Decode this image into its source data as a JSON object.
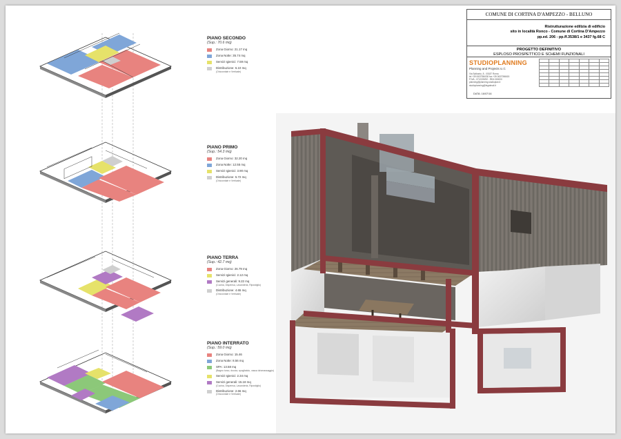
{
  "colors": {
    "zona_giorno": "#e8837f",
    "zona_notte": "#7fa6d8",
    "servizi_igienici": "#e6e26a",
    "servizi_generali": "#b17ac4",
    "spa": "#8cc879",
    "distribuzione": "#cfcfcf",
    "wall": "#8a3b3f",
    "studio_orange": "#e07a1d"
  },
  "floors": [
    {
      "title": "PIANO SECONDO",
      "sup": "(Sup.: 70.6 mq)",
      "items": [
        {
          "color": "zona_giorno",
          "label": "Zona Giorno: 21.17 mq",
          "sub": ""
        },
        {
          "color": "zona_notte",
          "label": "Zona Notte: 35.74 mq",
          "sub": ""
        },
        {
          "color": "servizi_igienici",
          "label": "Servizi Igienici: 7.59 mq",
          "sub": ""
        },
        {
          "color": "distribuzione",
          "label": "Distribuzione: 6.10 mq",
          "sub": "(Orizzontale e Verticale)"
        }
      ]
    },
    {
      "title": "PIANO PRIMO",
      "sup": "(Sup.: 54.3 mq)",
      "items": [
        {
          "color": "zona_giorno",
          "label": "Zona Giorno: 32.20 mq",
          "sub": ""
        },
        {
          "color": "zona_notte",
          "label": "Zona Notte: 12.55 mq",
          "sub": ""
        },
        {
          "color": "servizi_igienici",
          "label": "Servizi Igienici: 3.90 mq",
          "sub": ""
        },
        {
          "color": "distribuzione",
          "label": "Distribuzione: 5.72 mq",
          "sub": "(Orizzontale e Verticale)"
        }
      ]
    },
    {
      "title": "PIANO TERRA",
      "sup": "(Sup.: 42.7 mq)",
      "items": [
        {
          "color": "zona_giorno",
          "label": "Zona Giorno: 26.79 mq",
          "sub": ""
        },
        {
          "color": "servizi_igienici",
          "label": "Servizi Igienici: 2.12 mq",
          "sub": ""
        },
        {
          "color": "servizi_generali",
          "label": "Servizi generali: 9.22 mq",
          "sub": "(Cucina, Dispensa, Lavanderia, Ripostiglio)"
        },
        {
          "color": "distribuzione",
          "label": "Distribuzione: 4.65 mq",
          "sub": "(Orizzontale e Verticale)"
        }
      ]
    },
    {
      "title": "PIANO INTERRATO",
      "sup": "(Sup.: 59.0 mq)",
      "items": [
        {
          "color": "zona_giorno",
          "label": "Zona Giorno: 15.46",
          "sub": ""
        },
        {
          "color": "zona_notte",
          "label": "Zona Notte: 8.56 mq",
          "sub": ""
        },
        {
          "color": "spa",
          "label": "SPA: 13.58 mq",
          "sub": "(Bagno turco, doccia, spogliatoio, vasca idromassaggio)"
        },
        {
          "color": "servizi_igienici",
          "label": "Servizi Igienici: 2.34 mq",
          "sub": ""
        },
        {
          "color": "servizi_generali",
          "label": "Servizi generali: 15.18 mq",
          "sub": "(Cucina, Dispensa, Lavanderia, Ripostiglio)"
        },
        {
          "color": "distribuzione",
          "label": "Distribuzione: 2.66 mq",
          "sub": "(Orizzontale e Verticale)"
        }
      ]
    }
  ],
  "title_block": {
    "comune": "COMUNE DI CORTINA D'AMPEZZO - BELLUNO",
    "desc1": "Ristrutturazione edilizia di edificio",
    "desc2": "sito in località Ronco - Comune di Cortina D'Ampezzo",
    "desc3": "pp.ed. 206 - pp.ff.3538/1 e 3437 fg.68 C",
    "progetto": "PROGETTO DEFINITIVO",
    "esploso": "ESPLOSO PROSPETTICO E SCHEMI FUNZIONALI",
    "studio_name": "STUDIOPLANNING",
    "studio_sub": "Planning and Projects s.r.l.",
    "addr1": "Via Salbanio, 8 - 00187 Roma",
    "addr2": "tel +39 0637056030 fax +39 0637056615",
    "addr3": "P.IVA - 0712339/92 - REA 000000",
    "addr4": "planning@planning.studioplan.it",
    "addr5": "studioplanning@legalmail.it",
    "data": "DATA: 16/07/16"
  }
}
